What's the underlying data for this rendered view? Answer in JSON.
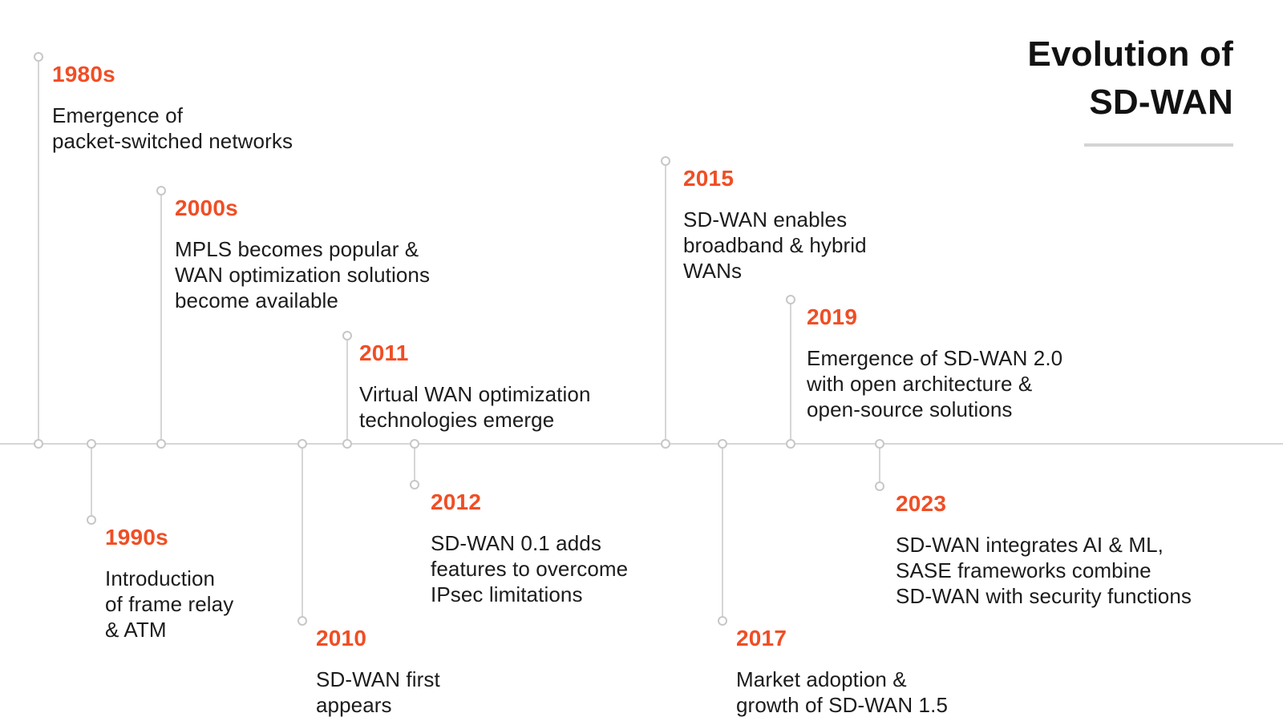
{
  "title": {
    "text": "Evolution of\nSD-WAN"
  },
  "colors": {
    "accent": "#F04E25",
    "text": "#1C1C1C",
    "title_text": "#121212",
    "line": "#D6D6D6",
    "node_border": "#C7C7C7",
    "background": "#FFFFFF"
  },
  "timeline": {
    "orientation": "horizontal",
    "node_style": "open-circle"
  },
  "events": [
    {
      "year": "1980s",
      "side": "above",
      "description": "Emergence of\npacket-switched networks"
    },
    {
      "year": "1990s",
      "side": "below",
      "description": "Introduction\nof frame relay\n& ATM"
    },
    {
      "year": "2000s",
      "side": "above",
      "description": "MPLS becomes popular &\nWAN optimization solutions\nbecome available"
    },
    {
      "year": "2010",
      "side": "below",
      "description": "SD-WAN first\nappears"
    },
    {
      "year": "2011",
      "side": "above",
      "description": "Virtual WAN optimization\ntechnologies emerge"
    },
    {
      "year": "2012",
      "side": "below",
      "description": "SD-WAN 0.1 adds\nfeatures to overcome\nIPsec limitations"
    },
    {
      "year": "2015",
      "side": "above",
      "description": "SD-WAN enables\nbroadband & hybrid\nWANs"
    },
    {
      "year": "2017",
      "side": "below",
      "description": "Market adoption &\ngrowth of SD-WAN 1.5"
    },
    {
      "year": "2019",
      "side": "above",
      "description": "Emergence of SD-WAN 2.0\nwith open architecture &\nopen-source solutions"
    },
    {
      "year": "2023",
      "side": "below",
      "description": "SD-WAN integrates AI & ML,\nSASE frameworks combine\nSD-WAN with security functions"
    }
  ]
}
